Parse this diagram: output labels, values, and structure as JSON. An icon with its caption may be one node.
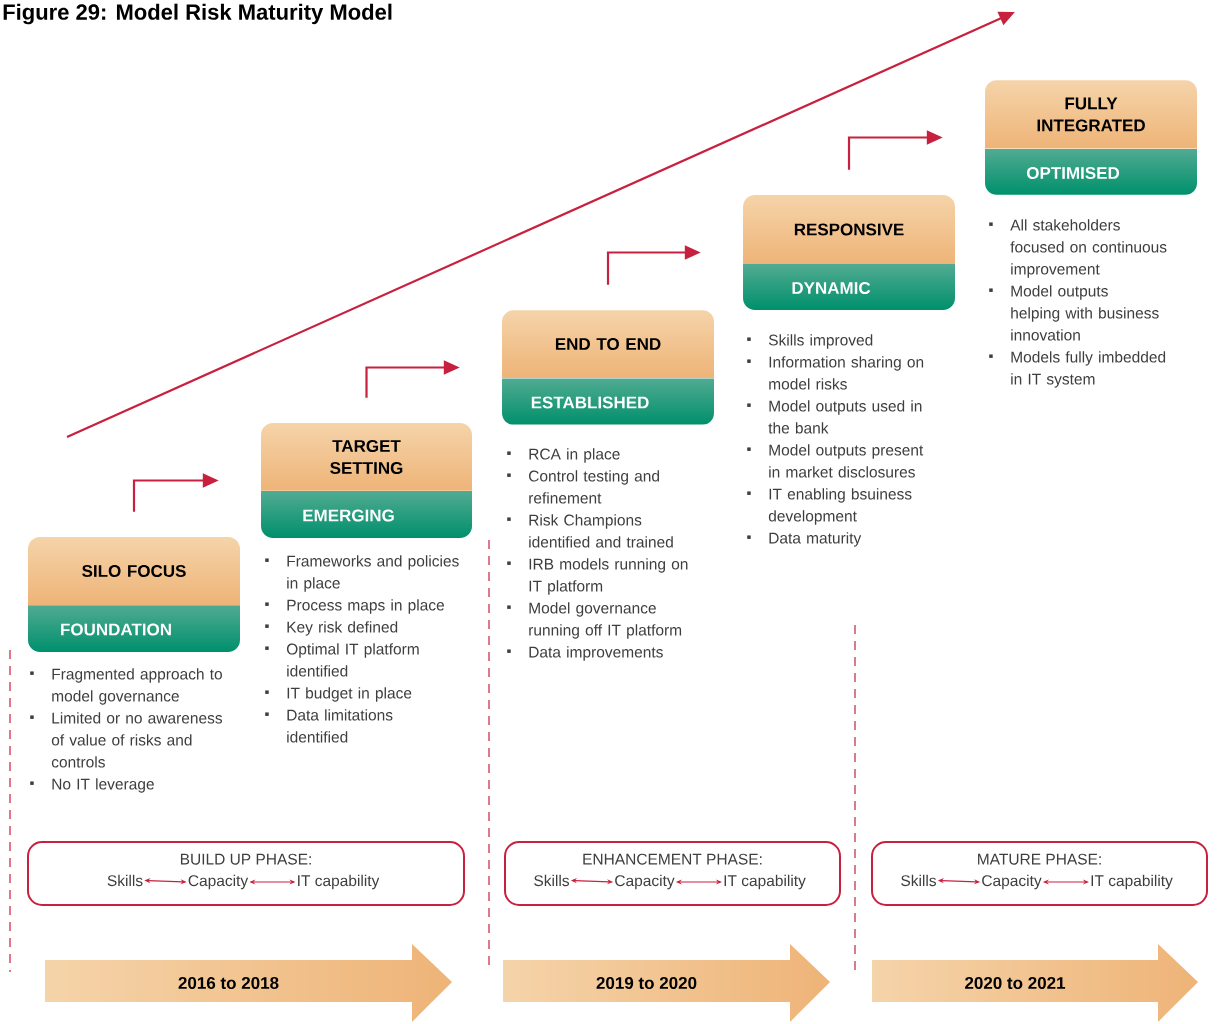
{
  "diagram": {
    "title": "Figure 29: Model Risk Maturity Model",
    "nodes": [
      {
        "text": [
          "SILO FOCUS",
          "FOUNDATION"
        ],
        "beside": [
          "Fragmented approach to model governance",
          "Limited or no awareness of value of risks and controls",
          "No IT leverage"
        ]
      },
      {
        "text": [
          "TARGET SETTING",
          "EMERGING"
        ],
        "beside": [
          "Frameworks and policies in place",
          "Process maps in place",
          "Key risk defined",
          "Optimal IT platform identified",
          "IT budget in place",
          "Data limitations identified"
        ]
      },
      {
        "text": [
          "END TO END",
          "ESTABLISHED"
        ],
        "beside": [
          "RCA in place",
          "Control testing and refinement",
          "Risk Champions identified and trained",
          "IRB models running on IT platform",
          "Model governance running off IT platform",
          "Data improvements"
        ]
      },
      {
        "text": [
          "RESPONSIVE",
          "DYNAMIC"
        ],
        "beside": [
          "Skills improved",
          "Information sharing on model risks",
          "Model outputs used in the bank",
          "Model outputs present in market disclosures",
          "IT enabling bsuiness development",
          "Data maturity"
        ]
      },
      {
        "text": [
          "FULLY INTEGRATED",
          "OPTIMISED"
        ],
        "beside": [
          "All stakeholders focused on continuous improvement",
          "Model outputs helping with business innovation",
          "Models fully imbedded in IT system"
        ]
      },
      {
        "text": [
          "BUILD UP PHASE:"
        ]
      },
      {
        "text": [
          "Skills"
        ],
        "in": 5
      },
      {
        "text": [
          "Capacity"
        ],
        "in": 5
      },
      {
        "text": [
          "IT capability"
        ],
        "in": 5
      },
      {
        "text": [
          "ENHANCEMENT PHASE:"
        ]
      },
      {
        "text": [
          "Skills"
        ],
        "in": 9
      },
      {
        "text": [
          "Capacity"
        ],
        "in": 9
      },
      {
        "text": [
          "IT capability"
        ],
        "in": 9
      },
      {
        "text": [
          "MATURE PHASE:"
        ]
      },
      {
        "text": [
          "Skills"
        ],
        "in": 13
      },
      {
        "text": [
          "Capacity"
        ],
        "in": 13
      },
      {
        "text": [
          "IT capability"
        ],
        "in": 13
      },
      {
        "text": [
          "2016 to 2018"
        ]
      },
      {
        "text": [
          "2019 to 2020"
        ]
      },
      {
        "text": [
          "2020 to 2021"
        ]
      }
    ],
    "edges": [
      {
        "from": 0,
        "to": 1,
        "arrow": "to"
      },
      {
        "from": 1,
        "to": 2,
        "arrow": "to"
      },
      {
        "from": 2,
        "to": 3,
        "arrow": "to"
      },
      {
        "from": 3,
        "to": 4,
        "arrow": "to"
      },
      {
        "from": 6,
        "to": 7,
        "arrow": "both"
      },
      {
        "from": 7,
        "to": 8,
        "arrow": "both"
      },
      {
        "from": 10,
        "to": 11,
        "arrow": "both"
      },
      {
        "from": 11,
        "to": 12,
        "arrow": "both"
      },
      {
        "from": 14,
        "to": 15,
        "arrow": "both"
      },
      {
        "from": 15,
        "to": 16,
        "arrow": "both"
      }
    ]
  }
}
